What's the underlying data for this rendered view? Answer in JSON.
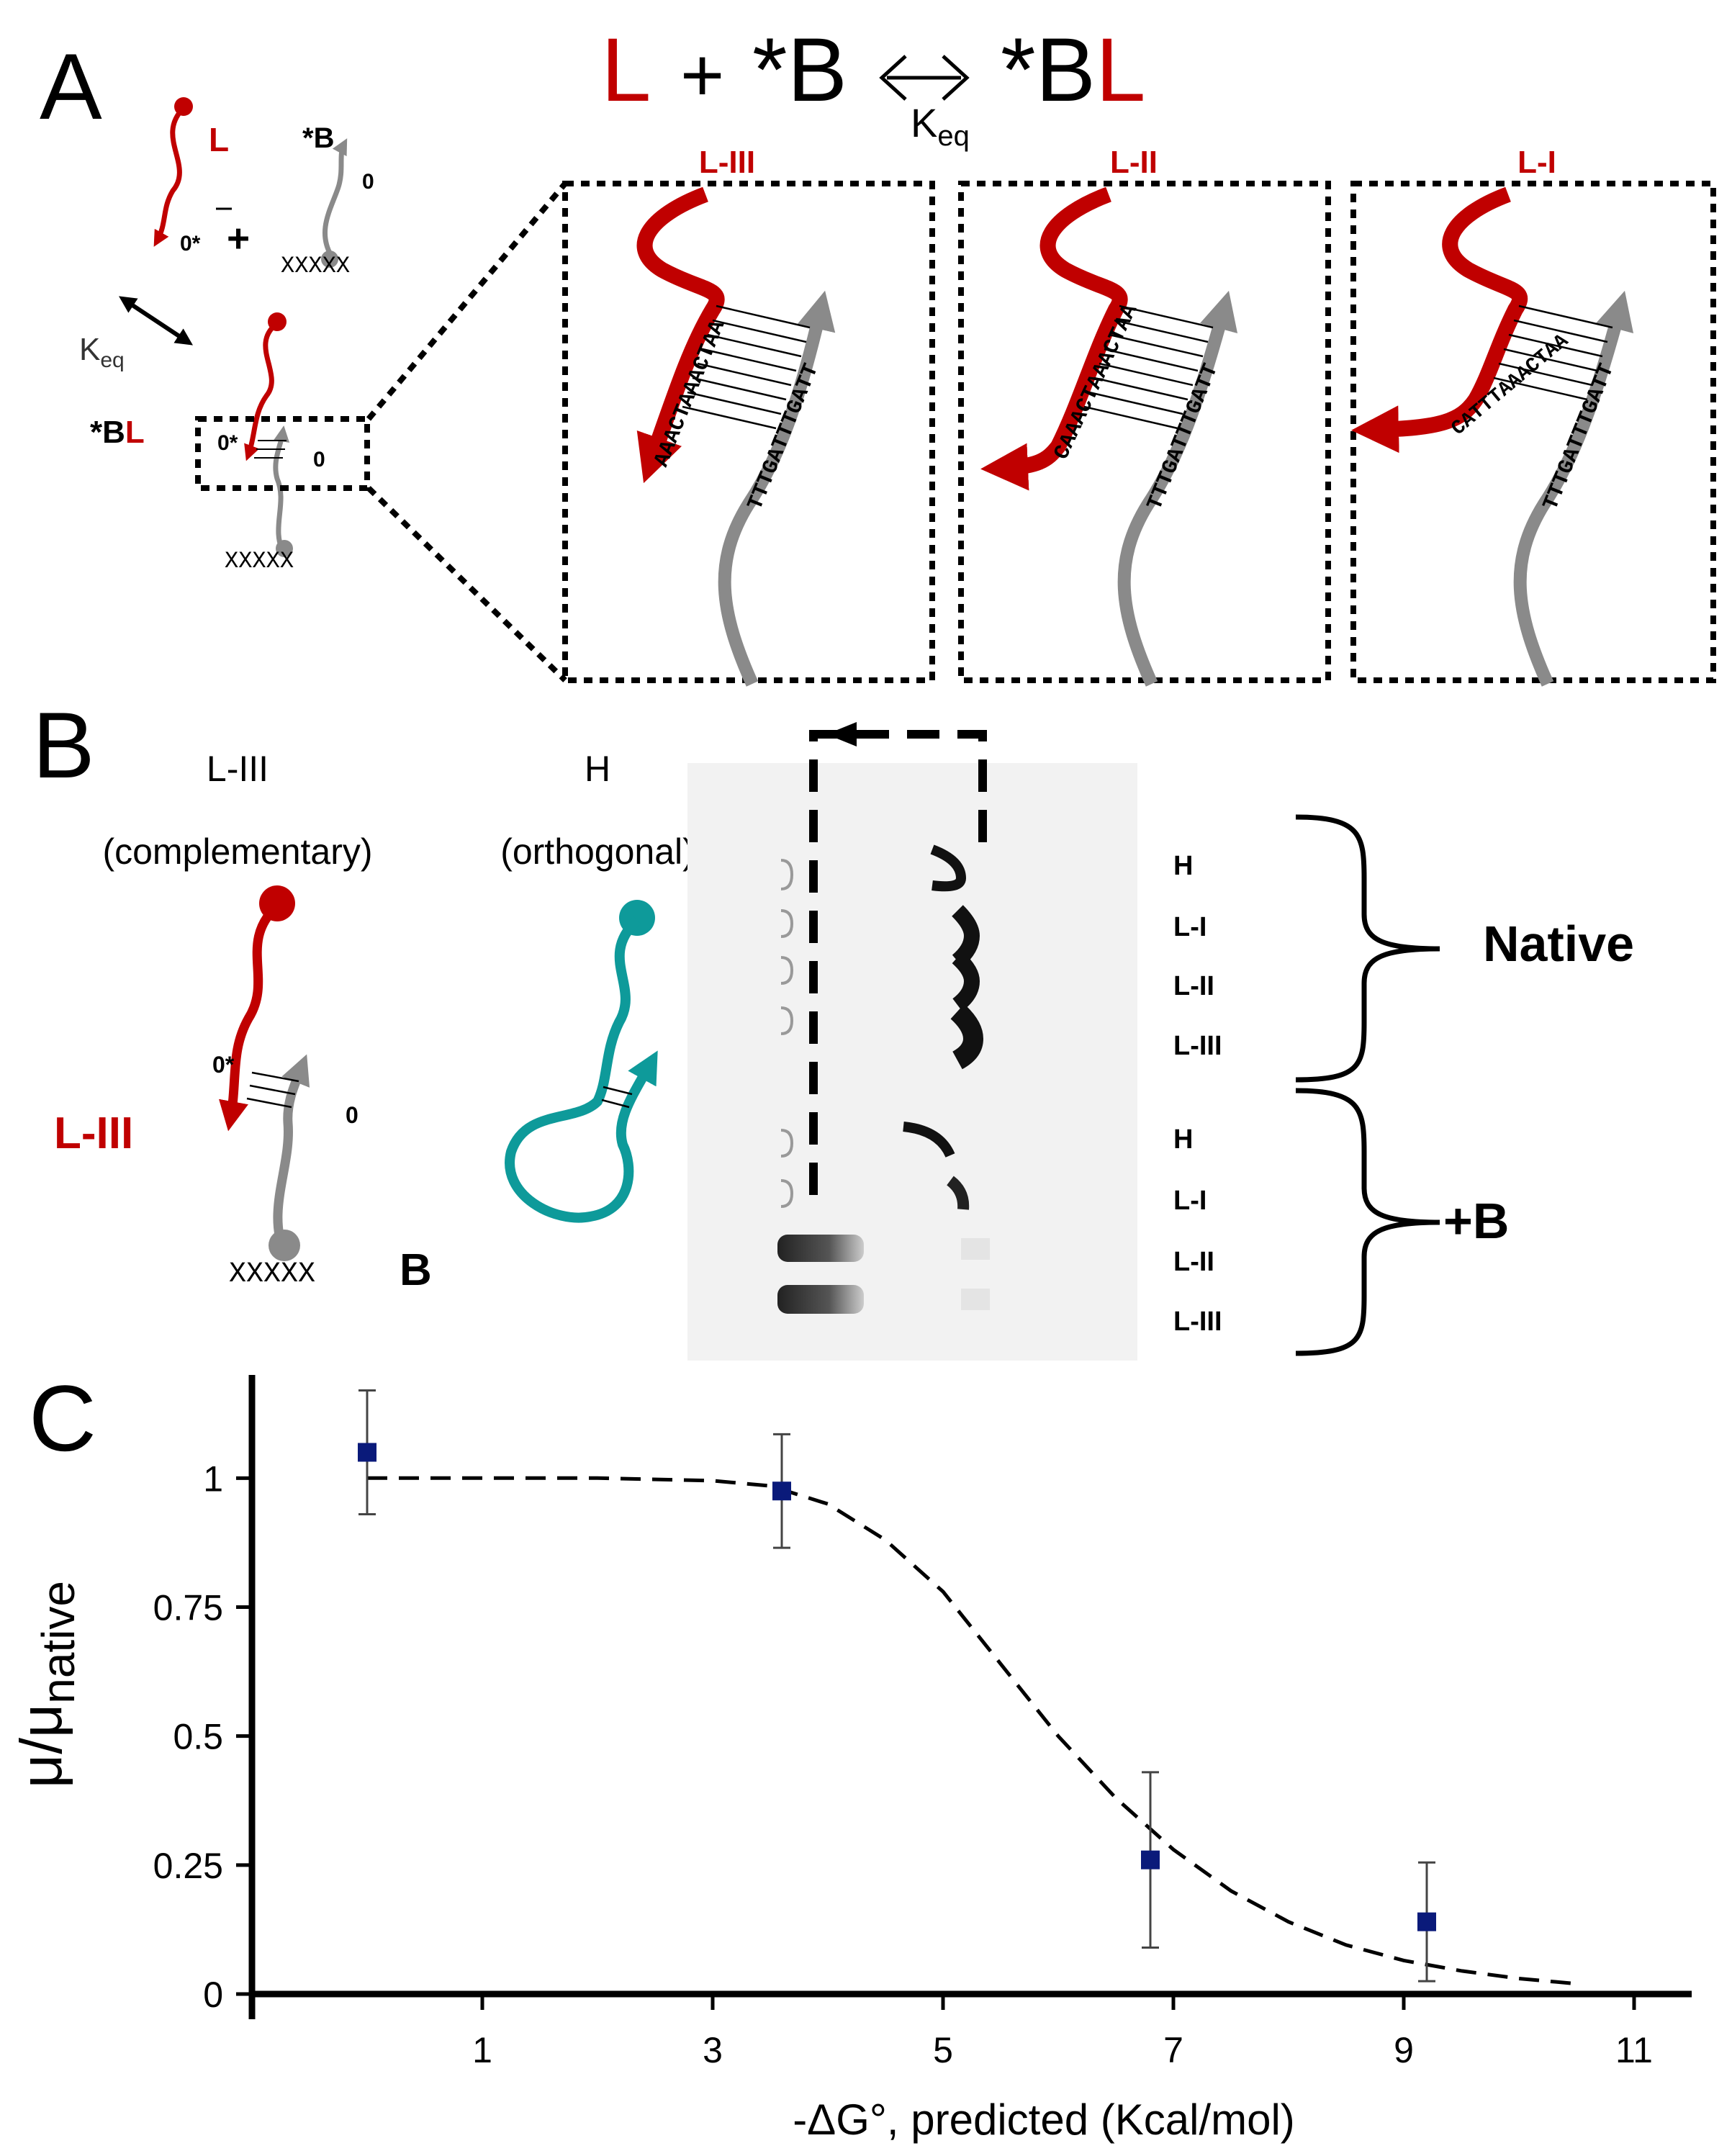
{
  "colors": {
    "ligand": "#c00000",
    "blocker": "#8a8a8a",
    "hairpin": "#0e9a9a",
    "marker": "#0a1a7a",
    "text": "#000000"
  },
  "panelA": {
    "label": "A",
    "eq_L": "L",
    "eq_plus": "+",
    "eq_B": "*B",
    "eq_BL_black": "*B",
    "eq_BL_red": "L",
    "keq": "K",
    "keq_sub": "eq",
    "scheme": {
      "L": "L",
      "B": "*B",
      "zero_star": "0*",
      "zero": "0",
      "plus": "+",
      "keq": "K",
      "keq_sub": "eq",
      "BL_black": "*B",
      "BL_red": "L",
      "xxx": "XXXXX"
    },
    "insets": [
      {
        "title": "L-III",
        "strand_red": "AAACTAAACTAA",
        "strand_gray": "TTTGATTTGATT"
      },
      {
        "title": "L-II",
        "strand_red": "CAAACTAAACTAA",
        "strand_gray": "TTTGATTTGATT"
      },
      {
        "title": "L-I",
        "strand_red": "CATTTAAACTAA",
        "strand_gray": "TTTGATTTGATT"
      }
    ]
  },
  "panelB": {
    "label": "B",
    "col1_title": "L-III",
    "col1_sub": "(complementary)",
    "col2_title": "H",
    "col2_sub": "(orthogonal)",
    "red_label": "L-III",
    "zero_star": "0*",
    "zero": "0",
    "xxx": "XXXXX",
    "b_label": "B",
    "lanes_native": [
      "H",
      "L-I",
      "L-II",
      "L-III"
    ],
    "lanes_b": [
      "H",
      "L-I",
      "L-II",
      "L-III"
    ],
    "group_native": "Native",
    "group_b": "+B"
  },
  "panelC": {
    "label": "C"
  },
  "chart_data": {
    "type": "scatter",
    "xlabel": "-ΔG°, predicted (Kcal/mol)",
    "ylabel_main": "μ/μ",
    "ylabel_sub": "native",
    "xlim": [
      -1,
      11.5
    ],
    "ylim": [
      0,
      1.2
    ],
    "x_ticks": [
      1,
      3,
      5,
      7,
      9,
      11
    ],
    "y_ticks": [
      0,
      0.25,
      0.5,
      0.75,
      1
    ],
    "y_tick_labels": [
      "0",
      "0.25",
      "0.5",
      "0.75",
      "1"
    ],
    "series": [
      {
        "x": [
          0,
          3.6,
          6.8,
          9.2
        ],
        "y": [
          1.05,
          0.975,
          0.26,
          0.14
        ],
        "err": [
          0.12,
          0.11,
          0.17,
          0.115
        ]
      }
    ],
    "fit": {
      "x": [
        0,
        1,
        2,
        3,
        3.5,
        4,
        4.5,
        5,
        5.5,
        6,
        6.5,
        7,
        7.5,
        8,
        8.5,
        9,
        9.5,
        10,
        10.5
      ],
      "y": [
        1.0,
        1.0,
        1.0,
        0.995,
        0.985,
        0.95,
        0.88,
        0.78,
        0.64,
        0.5,
        0.38,
        0.28,
        0.2,
        0.14,
        0.095,
        0.065,
        0.045,
        0.03,
        0.02
      ]
    }
  }
}
